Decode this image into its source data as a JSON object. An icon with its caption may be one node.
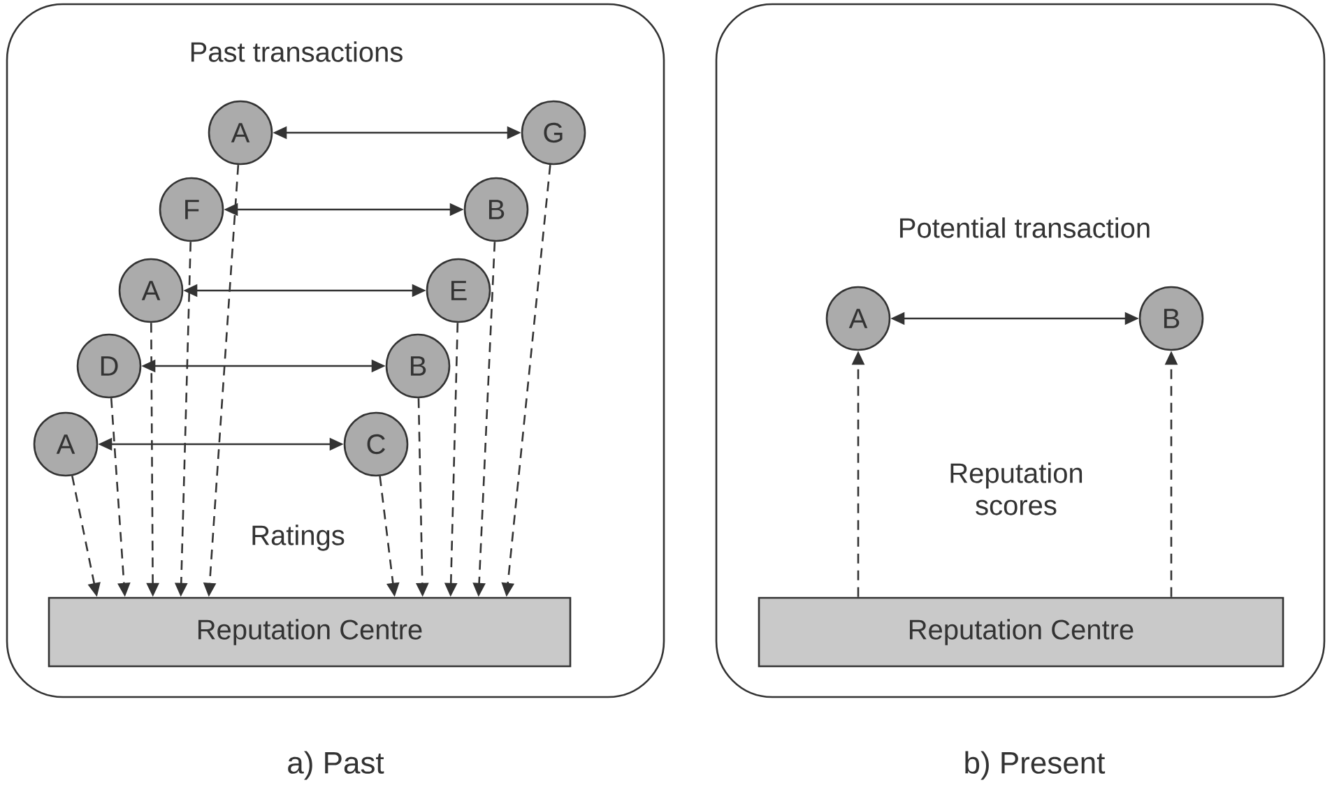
{
  "diagram": {
    "nodes": [
      {
        "text": [
          "Past transactions"
        ],
        "beside": [
          "a) Past"
        ]
      },
      {
        "text": [
          "A"
        ],
        "in": 0
      },
      {
        "text": [
          "G"
        ],
        "in": 0
      },
      {
        "text": [
          "F"
        ],
        "in": 0
      },
      {
        "text": [
          "B"
        ],
        "in": 0
      },
      {
        "text": [
          "A"
        ],
        "in": 0
      },
      {
        "text": [
          "E"
        ],
        "in": 0
      },
      {
        "text": [
          "D"
        ],
        "in": 0
      },
      {
        "text": [
          "B"
        ],
        "in": 0
      },
      {
        "text": [
          "A"
        ],
        "in": 0
      },
      {
        "text": [
          "C"
        ],
        "in": 0
      },
      {
        "text": [
          "Reputation Centre"
        ],
        "in": 0
      },
      {
        "text": [
          "Potential transaction"
        ],
        "beside": [
          "b) Present"
        ]
      },
      {
        "text": [
          "A"
        ],
        "in": 12
      },
      {
        "text": [
          "B"
        ],
        "in": 12
      },
      {
        "text": [
          "Reputation Centre"
        ],
        "in": 12
      }
    ],
    "edges": [
      {
        "from": 1,
        "to": 2,
        "arrow": "both"
      },
      {
        "from": 3,
        "to": 4,
        "arrow": "both"
      },
      {
        "from": 5,
        "to": 6,
        "arrow": "both"
      },
      {
        "from": 7,
        "to": 8,
        "arrow": "both"
      },
      {
        "from": 9,
        "to": 10,
        "arrow": "both"
      },
      {
        "from": 9,
        "to": 11,
        "arrow": "to",
        "style": "dashed"
      },
      {
        "from": 7,
        "to": 11,
        "arrow": "to",
        "style": "dashed"
      },
      {
        "from": 5,
        "to": 11,
        "arrow": "to",
        "style": "dashed"
      },
      {
        "from": 3,
        "to": 11,
        "arrow": "to",
        "style": "dashed"
      },
      {
        "from": 1,
        "to": 11,
        "arrow": "to",
        "style": "dashed"
      },
      {
        "from": 10,
        "to": 11,
        "arrow": "to",
        "style": "dashed"
      },
      {
        "from": 8,
        "to": 11,
        "arrow": "to",
        "style": "dashed"
      },
      {
        "from": 6,
        "to": 11,
        "arrow": "to",
        "style": "dashed"
      },
      {
        "from": 4,
        "to": 11,
        "arrow": "to",
        "style": "dashed"
      },
      {
        "from": 2,
        "to": 11,
        "arrow": "to",
        "style": "dashed"
      },
      {
        "from": 13,
        "to": 14,
        "arrow": "both"
      },
      {
        "from": 15,
        "to": 13,
        "arrow": "to",
        "style": "dashed"
      },
      {
        "from": 15,
        "to": 14,
        "arrow": "to",
        "style": "dashed"
      }
    ],
    "labels": [
      "Ratings",
      "Reputation scores"
    ]
  }
}
